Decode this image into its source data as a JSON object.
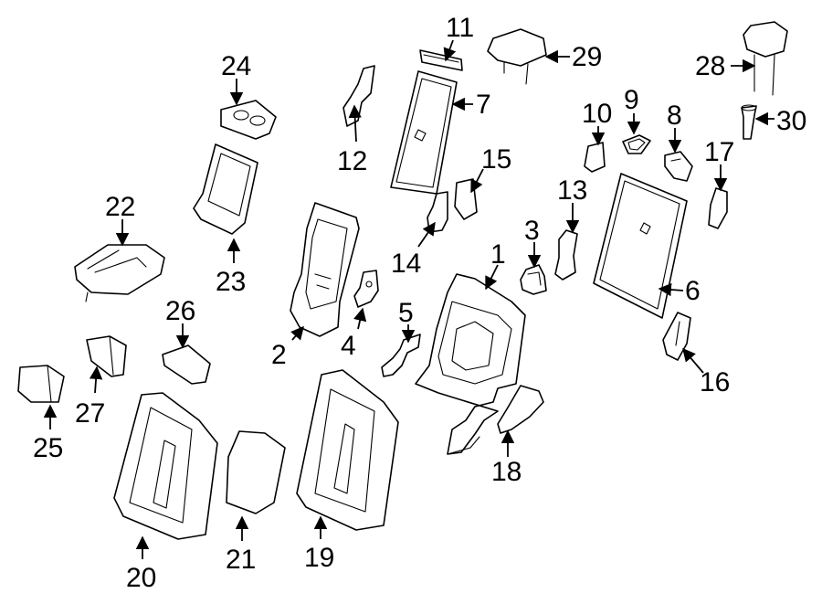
{
  "colors": {
    "background": "#ffffff",
    "line": "#000000"
  },
  "callouts": [
    {
      "id": "1",
      "label": "1"
    },
    {
      "id": "2",
      "label": "2"
    },
    {
      "id": "3",
      "label": "3"
    },
    {
      "id": "4",
      "label": "4"
    },
    {
      "id": "5",
      "label": "5"
    },
    {
      "id": "6",
      "label": "6"
    },
    {
      "id": "7",
      "label": "7"
    },
    {
      "id": "8",
      "label": "8"
    },
    {
      "id": "9",
      "label": "9"
    },
    {
      "id": "10",
      "label": "10"
    },
    {
      "id": "11",
      "label": "11"
    },
    {
      "id": "12",
      "label": "12"
    },
    {
      "id": "13",
      "label": "13"
    },
    {
      "id": "14",
      "label": "14"
    },
    {
      "id": "15",
      "label": "15"
    },
    {
      "id": "16",
      "label": "16"
    },
    {
      "id": "17",
      "label": "17"
    },
    {
      "id": "18",
      "label": "18"
    },
    {
      "id": "19",
      "label": "19"
    },
    {
      "id": "20",
      "label": "20"
    },
    {
      "id": "21",
      "label": "21"
    },
    {
      "id": "22",
      "label": "22"
    },
    {
      "id": "23",
      "label": "23"
    },
    {
      "id": "24",
      "label": "24"
    },
    {
      "id": "25",
      "label": "25"
    },
    {
      "id": "26",
      "label": "26"
    },
    {
      "id": "27",
      "label": "27"
    },
    {
      "id": "28",
      "label": "28"
    },
    {
      "id": "29",
      "label": "29"
    },
    {
      "id": "30",
      "label": "30"
    }
  ]
}
